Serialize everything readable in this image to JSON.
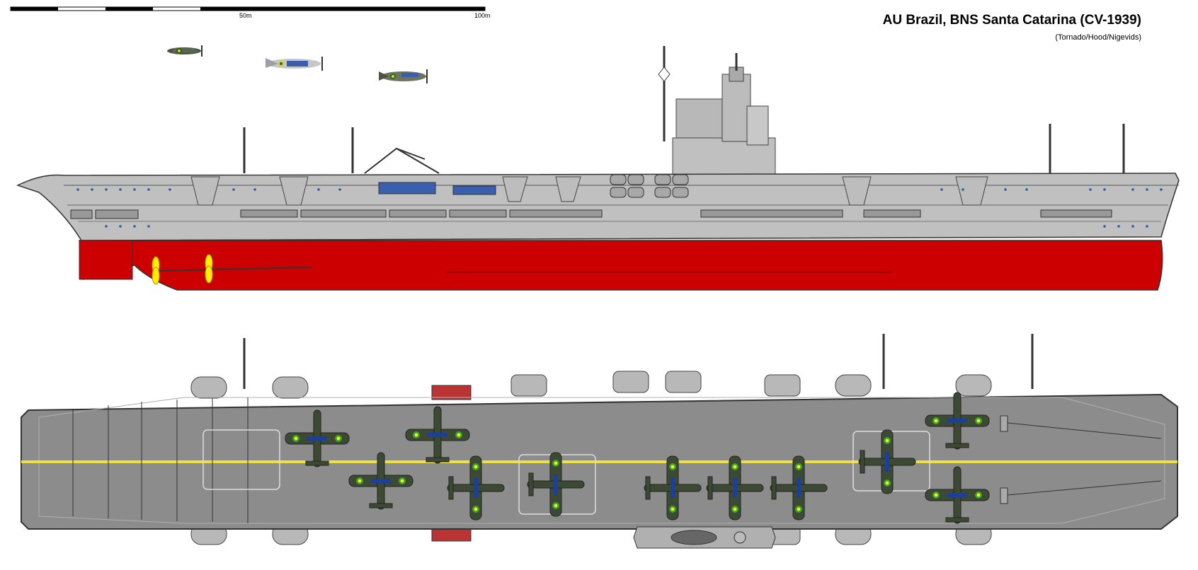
{
  "title": "AU Brazil, BNS Santa Catarina (CV-1939)",
  "credits": "(Tornado/Hood/Nigevids)",
  "scale_bar": {
    "mid_label": "50m",
    "end_label": "100m"
  },
  "colors": {
    "hull_gray": "#c0c0c0",
    "lower_hull_red": "#cc0000",
    "deck_gray": "#8c8c8c",
    "centerline_yellow": "#f0e040",
    "propeller_yellow": "#ffee00",
    "aircraft_green": "#3d4a33",
    "roundel_blue": "#1d3f9c",
    "roundel_green": "#3aa33a",
    "porthole_blue": "#2d5aa8"
  },
  "icons": [
    "propeller-icon",
    "aircraft-icon",
    "roundel-icon"
  ]
}
